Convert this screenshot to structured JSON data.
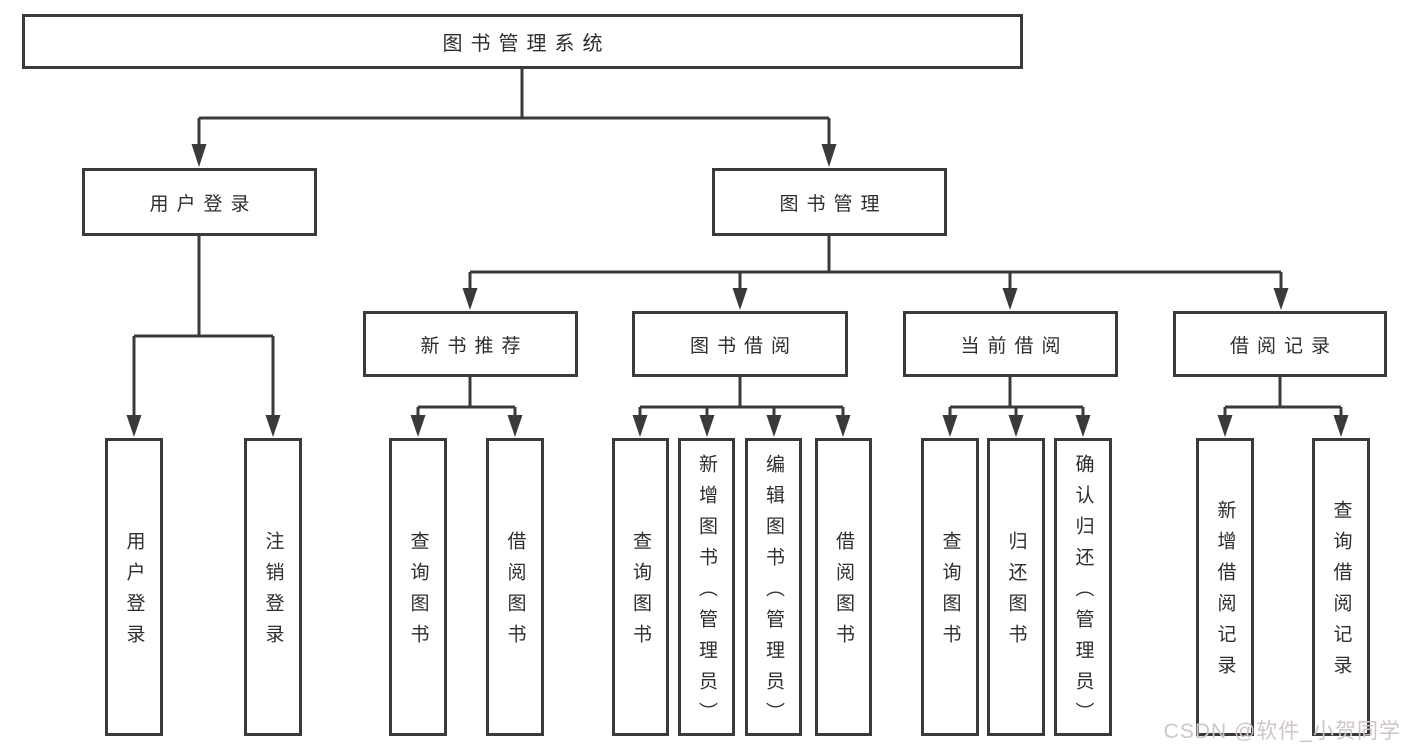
{
  "page": {
    "background": "#ffffff"
  },
  "colors": {
    "line": "#3a3a3a",
    "box_border": "#3a3a3a",
    "text": "#2e2e2e",
    "watermark": "#cfc5c7"
  },
  "diagram": {
    "title": "图书管理系统",
    "level2": {
      "user_login": "用户登录",
      "book_management": "图书管理"
    },
    "level3": {
      "new_book_recommend": "新书推荐",
      "book_borrow": "图书借阅",
      "current_borrow": "当前借阅",
      "borrow_records": "借阅记录"
    },
    "leaves": {
      "user_login": [
        "用户登录",
        "注销登录"
      ],
      "new_book_recommend": [
        "查询图书",
        "借阅图书"
      ],
      "book_borrow": [
        "查询图书",
        "新增图书（管理员）",
        "编辑图书（管理员）",
        "借阅图书"
      ],
      "current_borrow": [
        "查询图书",
        "归还图书",
        "确认归还（管理员）"
      ],
      "borrow_records": [
        "新增借阅记录",
        "查询借阅记录"
      ]
    }
  },
  "watermark": "CSDN @软件_小贺同学"
}
